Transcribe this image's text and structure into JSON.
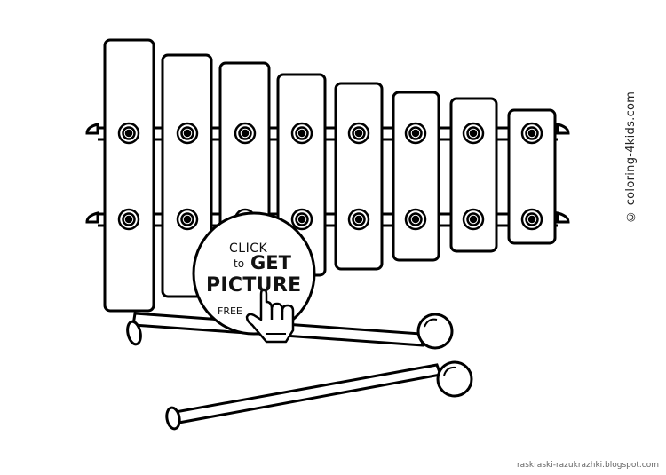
{
  "watermark": {
    "vertical": "© coloring-4kids.com",
    "bottom": "raskraski-razukrazhki.blogspot.com"
  },
  "badge": {
    "line1": "CLICK",
    "line2_small": "to",
    "line2_big": "GET",
    "line3": "PICTURE",
    "line4": "FREE",
    "icon": "hand-pointer-icon"
  },
  "illustration": {
    "subject": "xylophone",
    "bar_count": 8,
    "mallet_count": 2,
    "stroke_color": "#000000",
    "fill_color": "#ffffff"
  }
}
